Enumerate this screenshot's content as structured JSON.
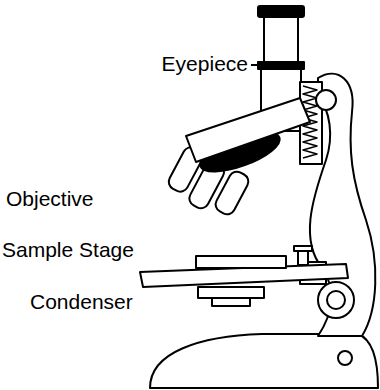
{
  "diagram": {
    "labels": [
      "Eyepiece",
      "Objective",
      "Sample Stage",
      "Condenser"
    ]
  }
}
